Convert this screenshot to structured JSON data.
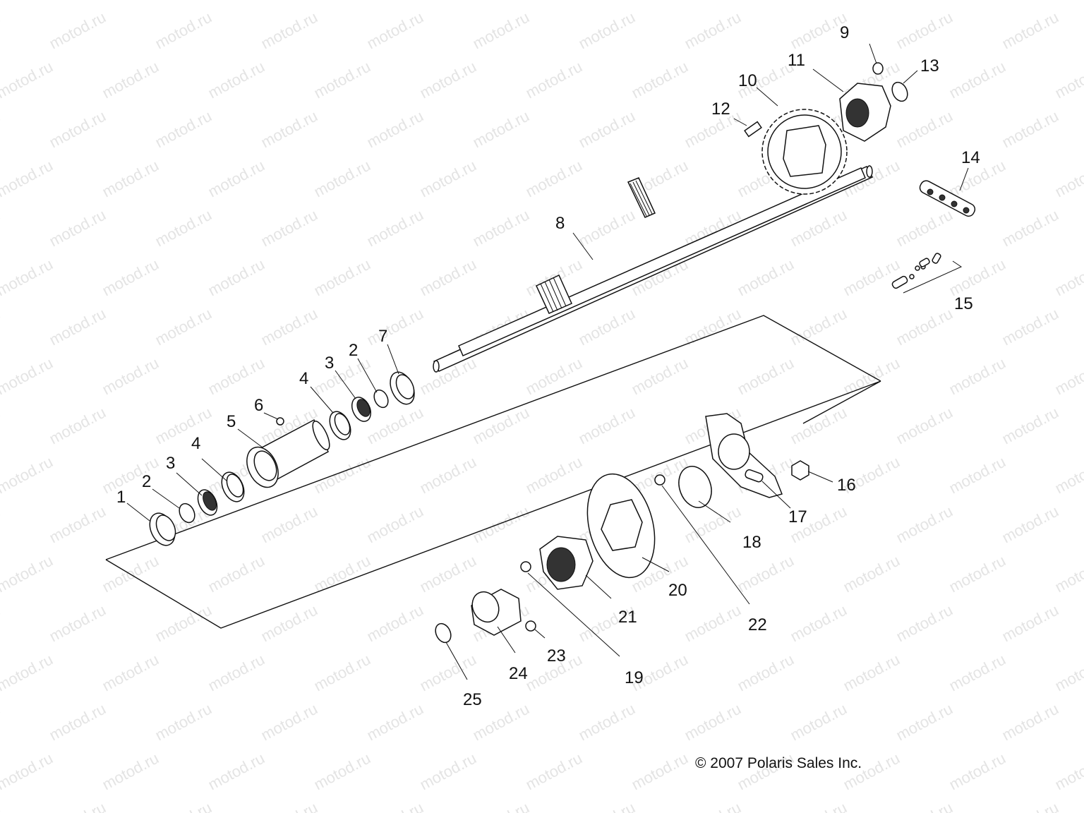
{
  "watermark": "motod.ru",
  "copyright": "© 2007 Polaris Sales Inc.",
  "callouts": [
    "1",
    "2",
    "3",
    "4",
    "5",
    "6",
    "2",
    "3",
    "4",
    "7",
    "8",
    "9",
    "10",
    "11",
    "12",
    "13",
    "14",
    "15",
    "16",
    "17",
    "18",
    "19",
    "20",
    "21",
    "22",
    "23",
    "24",
    "25"
  ]
}
